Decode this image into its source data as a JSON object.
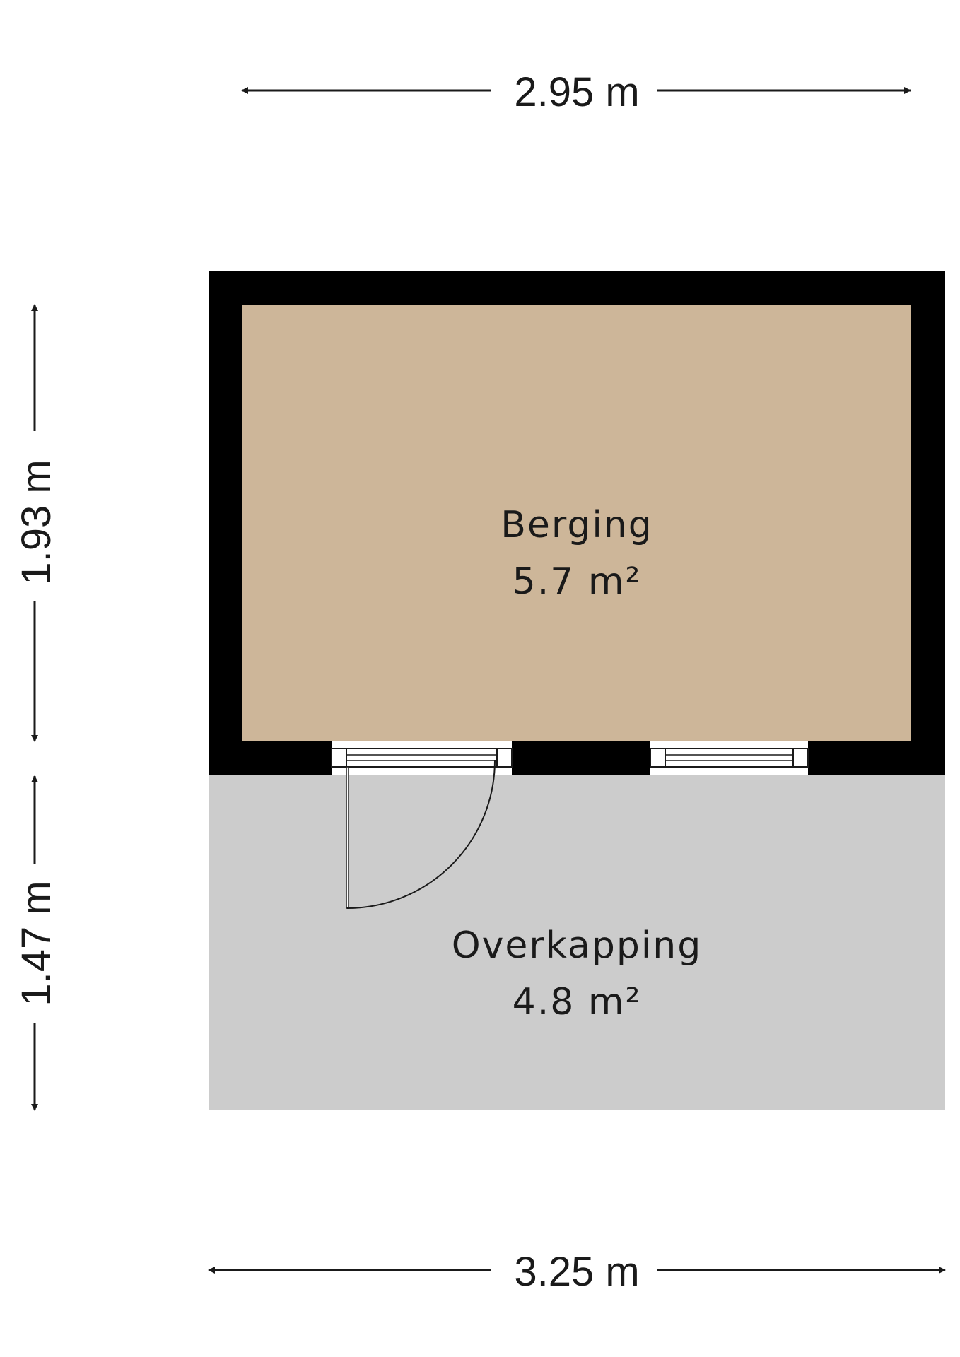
{
  "colors": {
    "background": "#ffffff",
    "wall": "#000000",
    "storage_floor": "#cdb699",
    "canopy_floor": "#cccccc",
    "line": "#1a1a1a"
  },
  "dimensions": {
    "top_width": "2.95 m",
    "bottom_width": "3.25 m",
    "left_upper_height": "1.93 m",
    "left_lower_height": "1.47 m"
  },
  "rooms": {
    "storage": {
      "name": "Berging",
      "area": "5.7 m²"
    },
    "canopy": {
      "name": "Overkapping",
      "area": "4.8 m²"
    }
  }
}
